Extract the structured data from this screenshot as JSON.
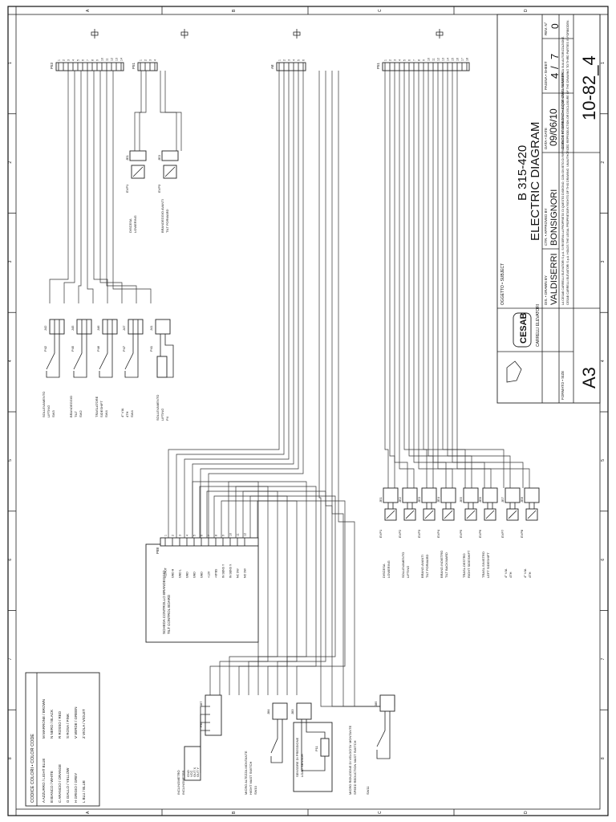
{
  "title_block": {
    "format_label": "FORMATO • SIZE",
    "format_value": "A3",
    "company_name": "CESAB",
    "company_sub": "CARRELLI ELEVATORI",
    "subject_label": "OGGETTO • SUBJECT",
    "model": "B 315-420",
    "diagram_title": "ELECTRIC DIAGRAM",
    "drawn_label": "DIS. • DRAWN BY",
    "drawn_by": "VALDISERRI",
    "approved_label": "CTR. • APPROVED BY",
    "approved_by": "BONSIGNORI",
    "date_label": "DATA • DATE",
    "date": "09/06/10",
    "sheet_label": "PAGINA • SHEET",
    "sheet_no": "4",
    "sheet_total": "7",
    "rev_label": "REV. N°",
    "rev_no": "0",
    "code_label": "CODICE N° DISEGNO • CODE DWG NUMBER",
    "code": "10-82_4",
    "legal_it": "LA CESAB CARRELLI ELEVATORI S.p.A. SI RISERVA LA PROPRIETA' DI QUESTO DISEGNO, CON DIVIETO DI RIPRODURLO O RENDERLO COMUNQUE NOTO A TERZI SENZA SUA AUTORIZZAZIONE.",
    "legal_en": "CESAB CARRELLI ELEVATORI S.p.A. HOLDS THE LEGAL PROPRIETARY RIGHTS OF THIS DRAWING. UNAUTHORIZED REPRODUCTION OR DISCLOSURE OF THE DRAWING TO THIRD PARTIES IS FORBIDDEN."
  },
  "color_code": {
    "title": "CODICE COLORI • COLOR CODE",
    "left": [
      "A  AZZURRO / LIGHT BLUE",
      "B  BIANCO / WHITE",
      "C  ARANCIO / ORANGE",
      "G  GIALLO / YELLOW",
      "H  GRIGIO / GREY",
      "L  BLU / BLUE"
    ],
    "right": [
      "M  MARRONE / BROWN",
      "N  NERO / BLACK",
      "R  ROSSO / RED",
      "S  ROSA / PINK",
      "V  VERDE / GREEN",
      "Z  VIOLA / VIOLET"
    ]
  },
  "connectors_top": [
    {
      "id": "P53",
      "label": "P53"
    },
    {
      "id": "P51",
      "label": "P51"
    },
    {
      "id": "A8",
      "label": "A8"
    },
    {
      "id": "P51b",
      "label": "P51"
    }
  ],
  "valves_top": [
    {
      "connector": "JE1",
      "code": "EVP1",
      "label_it": "DISCESA",
      "label_en": "LOWERING"
    },
    {
      "connector": "JE3",
      "code": "EVP3",
      "label_it": "BRANDEGGIO AVANTI",
      "label_en": "TILT FORWARD"
    }
  ],
  "switches": [
    {
      "connector": "J42",
      "plug": "P42",
      "name_it": "SOLLEVAMENTO",
      "name_en": "LIFTING",
      "code": "SW3"
    },
    {
      "connector": "J45",
      "plug": "P45",
      "name_it": "BRANDEGGIO",
      "name_en": "TILT",
      "code": "SW2"
    },
    {
      "connector": "J46",
      "plug": "P46",
      "name_it": "TRASLATORE",
      "name_en": "SIDESHIFT",
      "code": "SW4"
    },
    {
      "connector": "J47",
      "plug": "P47",
      "name_it": "4° VIA",
      "name_en": "4TH",
      "code": "SW4"
    }
  ],
  "potentiometer": {
    "connector": "J41",
    "plug": "P41",
    "name_it": "SOLLEVAMENTO",
    "name_en": "LIFTING",
    "code": "P4"
  },
  "tilt_board": {
    "connector": "P88",
    "title_it": "SCHEDA CONTROLLO BRANDEGGIO",
    "title_en": "TILT CONTROL BOARD",
    "pins": [
      "+12VUT",
      "GND H",
      "GND L",
      "GND",
      "GND",
      "GND",
      "+12V",
      "+VPBS",
      "IN SENS Y",
      "IN SENS X",
      "NC SW",
      "NO SW"
    ]
  },
  "valves_bottom": [
    {
      "connector": "JE1",
      "code": "EVP1",
      "label_it": "DISCESA",
      "label_en": "LOWERING"
    },
    {
      "connector": "JE2",
      "code": "EVP2",
      "label_it": "SOLLEVAMENTO",
      "label_en": "LIFTING"
    },
    {
      "connector": "JE3",
      "code": "EVP3",
      "label_it": "BRAND.AVANTI",
      "label_en": "TILT FORWARD"
    },
    {
      "connector": "JE4",
      "code": "EVP4",
      "label_it": "BRAND.INDIETRO",
      "label_en": "TILT BACKWARD"
    },
    {
      "connector": "JE5",
      "code": "EVP5",
      "label_it": "TRASL.DESTRO",
      "label_en": "RIGHT SIDESHIFT"
    },
    {
      "connector": "JE6",
      "code": "EVP6",
      "label_it": "TRASL.SINISTRO",
      "label_en": "LEFT SIDESHIFT"
    },
    {
      "connector": "JE7",
      "code": "EVP7",
      "label_it": "4° VIA",
      "label_en": "4TH"
    },
    {
      "connector": "JE8",
      "code": "EVP8",
      "label_it": "4° VIA",
      "label_en": "4TH"
    }
  ],
  "sensors": [
    {
      "connector": "J87",
      "plug": "P87",
      "name_it": "INCLINOMETRO",
      "name_en": "INCLINOMETER",
      "pins": [
        "GND",
        "VCC",
        "OUT X",
        "OUT Y"
      ]
    },
    {
      "connector": "J84",
      "plug": "P84",
      "name_it": "MICRO ALTEZZA MONTANTE",
      "name_en": "HIGHT MAST SWITCH",
      "code": "SW10"
    },
    {
      "connector": "J83",
      "plug": "P83",
      "name_it": "SENSORE DI PRESSIONE",
      "name_en": "LOAD SENSOR",
      "code": "P11"
    },
    {
      "connector": "J85",
      "plug": "P85",
      "name_it": "MICRO RIDUZIONE DI VELOCITA' MONTANTE",
      "name_en": "SPEED REDUCTION MAST SWITCH",
      "code": "SW11"
    }
  ],
  "grid": {
    "cols": [
      "A",
      "B",
      "C",
      "D"
    ],
    "rows": [
      "1",
      "2",
      "3",
      "4",
      "5",
      "6",
      "7",
      "8"
    ]
  }
}
